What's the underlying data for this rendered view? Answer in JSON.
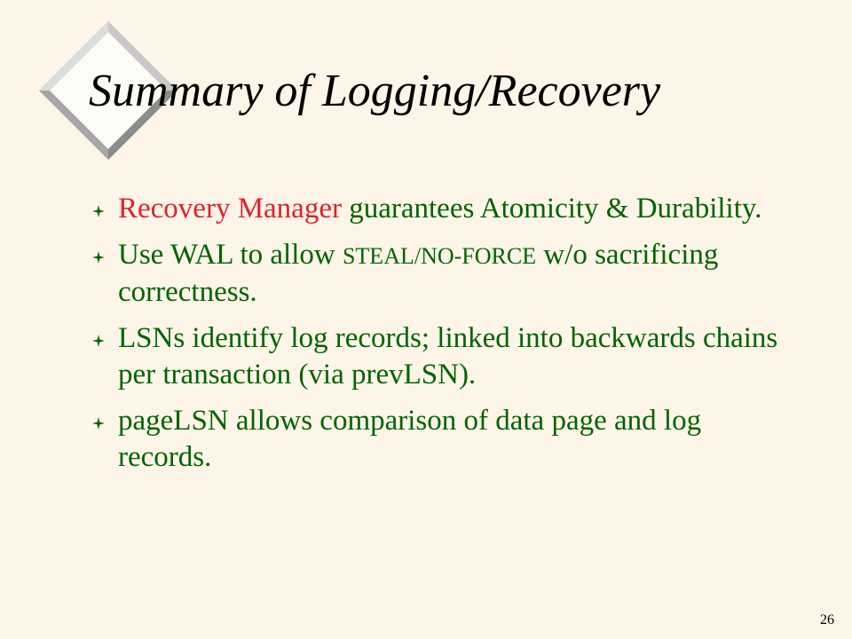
{
  "slide": {
    "title": "Summary of Logging/Recovery",
    "number": "26",
    "bullet_icon": "diamond-bullet-icon",
    "accent_color": "#e0212a",
    "text_color": "#006400",
    "background_color": "#fdf5e7",
    "bullets": [
      {
        "highlight": "Recovery Manager",
        "text": " guarantees Atomicity & Durability."
      },
      {
        "pre": "Use WAL to allow ",
        "smallcaps": "STEAL/NO-FORCE",
        "post": " w/o sacrificing correctness."
      },
      {
        "text": "LSNs identify log records; linked into backwards chains per transaction (via prevLSN)."
      },
      {
        "text": "pageLSN allows comparison of data page and log records."
      }
    ]
  }
}
